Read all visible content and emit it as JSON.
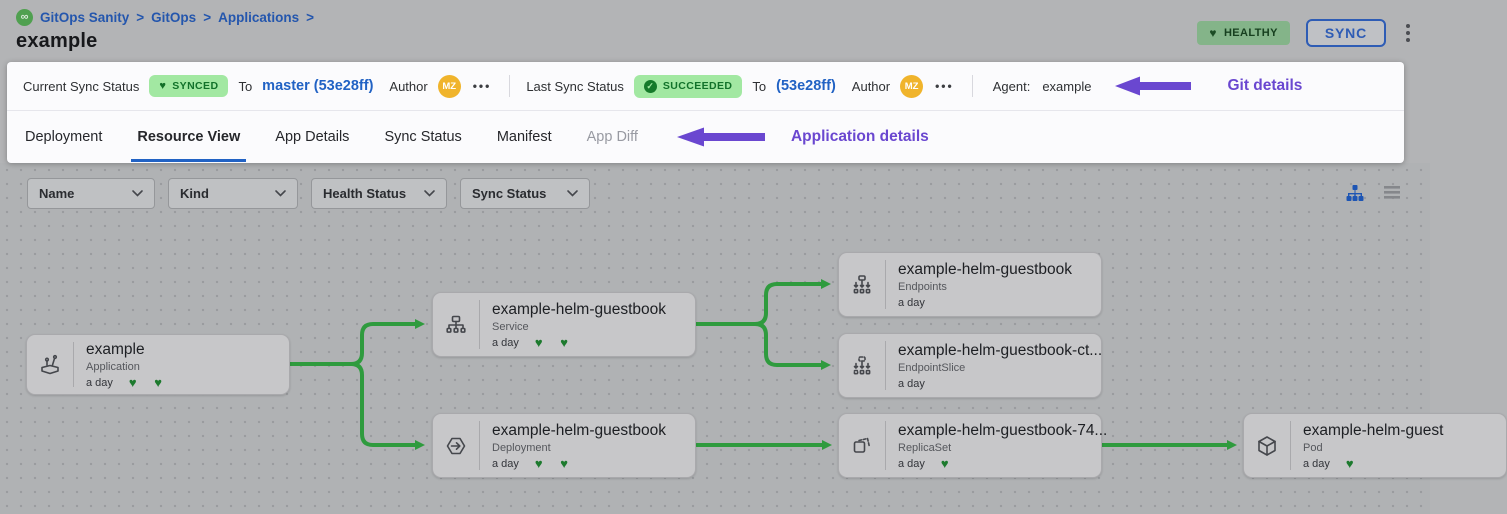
{
  "header": {
    "breadcrumb": [
      "GitOps Sanity",
      "GitOps",
      "Applications"
    ],
    "breadcrumb_separator": ">",
    "title": "example",
    "health_badge": "HEALTHY",
    "sync_button": "SYNC"
  },
  "git_bar": {
    "current_sync": {
      "label": "Current Sync Status",
      "status": "SYNCED",
      "to": "To",
      "revision": "master (53e28ff)",
      "author_label": "Author",
      "author_initials": "MZ",
      "more": "•••"
    },
    "last_sync": {
      "label": "Last Sync Status",
      "status": "SUCCEEDED",
      "to": "To",
      "revision": "(53e28ff)",
      "author_label": "Author",
      "author_initials": "MZ",
      "more": "•••"
    },
    "agent": {
      "label": "Agent:",
      "value": "example"
    },
    "annotation": "Git details"
  },
  "tabs": {
    "items": [
      {
        "label": "Deployment",
        "state": "normal"
      },
      {
        "label": "Resource View",
        "state": "active"
      },
      {
        "label": "App Details",
        "state": "normal"
      },
      {
        "label": "Sync Status",
        "state": "normal"
      },
      {
        "label": "Manifest",
        "state": "normal"
      },
      {
        "label": "App Diff",
        "state": "disabled"
      }
    ],
    "annotation": "Application details"
  },
  "filters": {
    "dropdowns": [
      {
        "label": "Name"
      },
      {
        "label": "Kind"
      },
      {
        "label": "Health Status"
      },
      {
        "label": "Sync Status"
      }
    ]
  },
  "tree": {
    "nodes": [
      {
        "title": "example",
        "kind": "Application",
        "age": "a day",
        "hearts": "♥ ♥"
      },
      {
        "title": "example-helm-guestbook",
        "kind": "Service",
        "age": "a day",
        "hearts": "♥ ♥"
      },
      {
        "title": "example-helm-guestbook",
        "kind": "Deployment",
        "age": "a day",
        "hearts": "♥ ♥"
      },
      {
        "title": "example-helm-guestbook",
        "kind": "Endpoints",
        "age": "a day",
        "hearts": ""
      },
      {
        "title": "example-helm-guestbook-ct...",
        "kind": "EndpointSlice",
        "age": "a day",
        "hearts": ""
      },
      {
        "title": "example-helm-guestbook-74...",
        "kind": "ReplicaSet",
        "age": "a day",
        "hearts": "♥"
      },
      {
        "title": "example-helm-guest",
        "kind": "Pod",
        "age": "a day",
        "hearts": "♥"
      }
    ]
  },
  "colors": {
    "annotation_purple": "#6a47d0",
    "edge_green": "#2f9b3e",
    "accent_blue": "#2162c4",
    "badge_green_bg": "#a2e8a2",
    "badge_green_text": "#12722a",
    "avatar_orange": "#f0b42c",
    "health_badge_bg": "#84b489"
  }
}
